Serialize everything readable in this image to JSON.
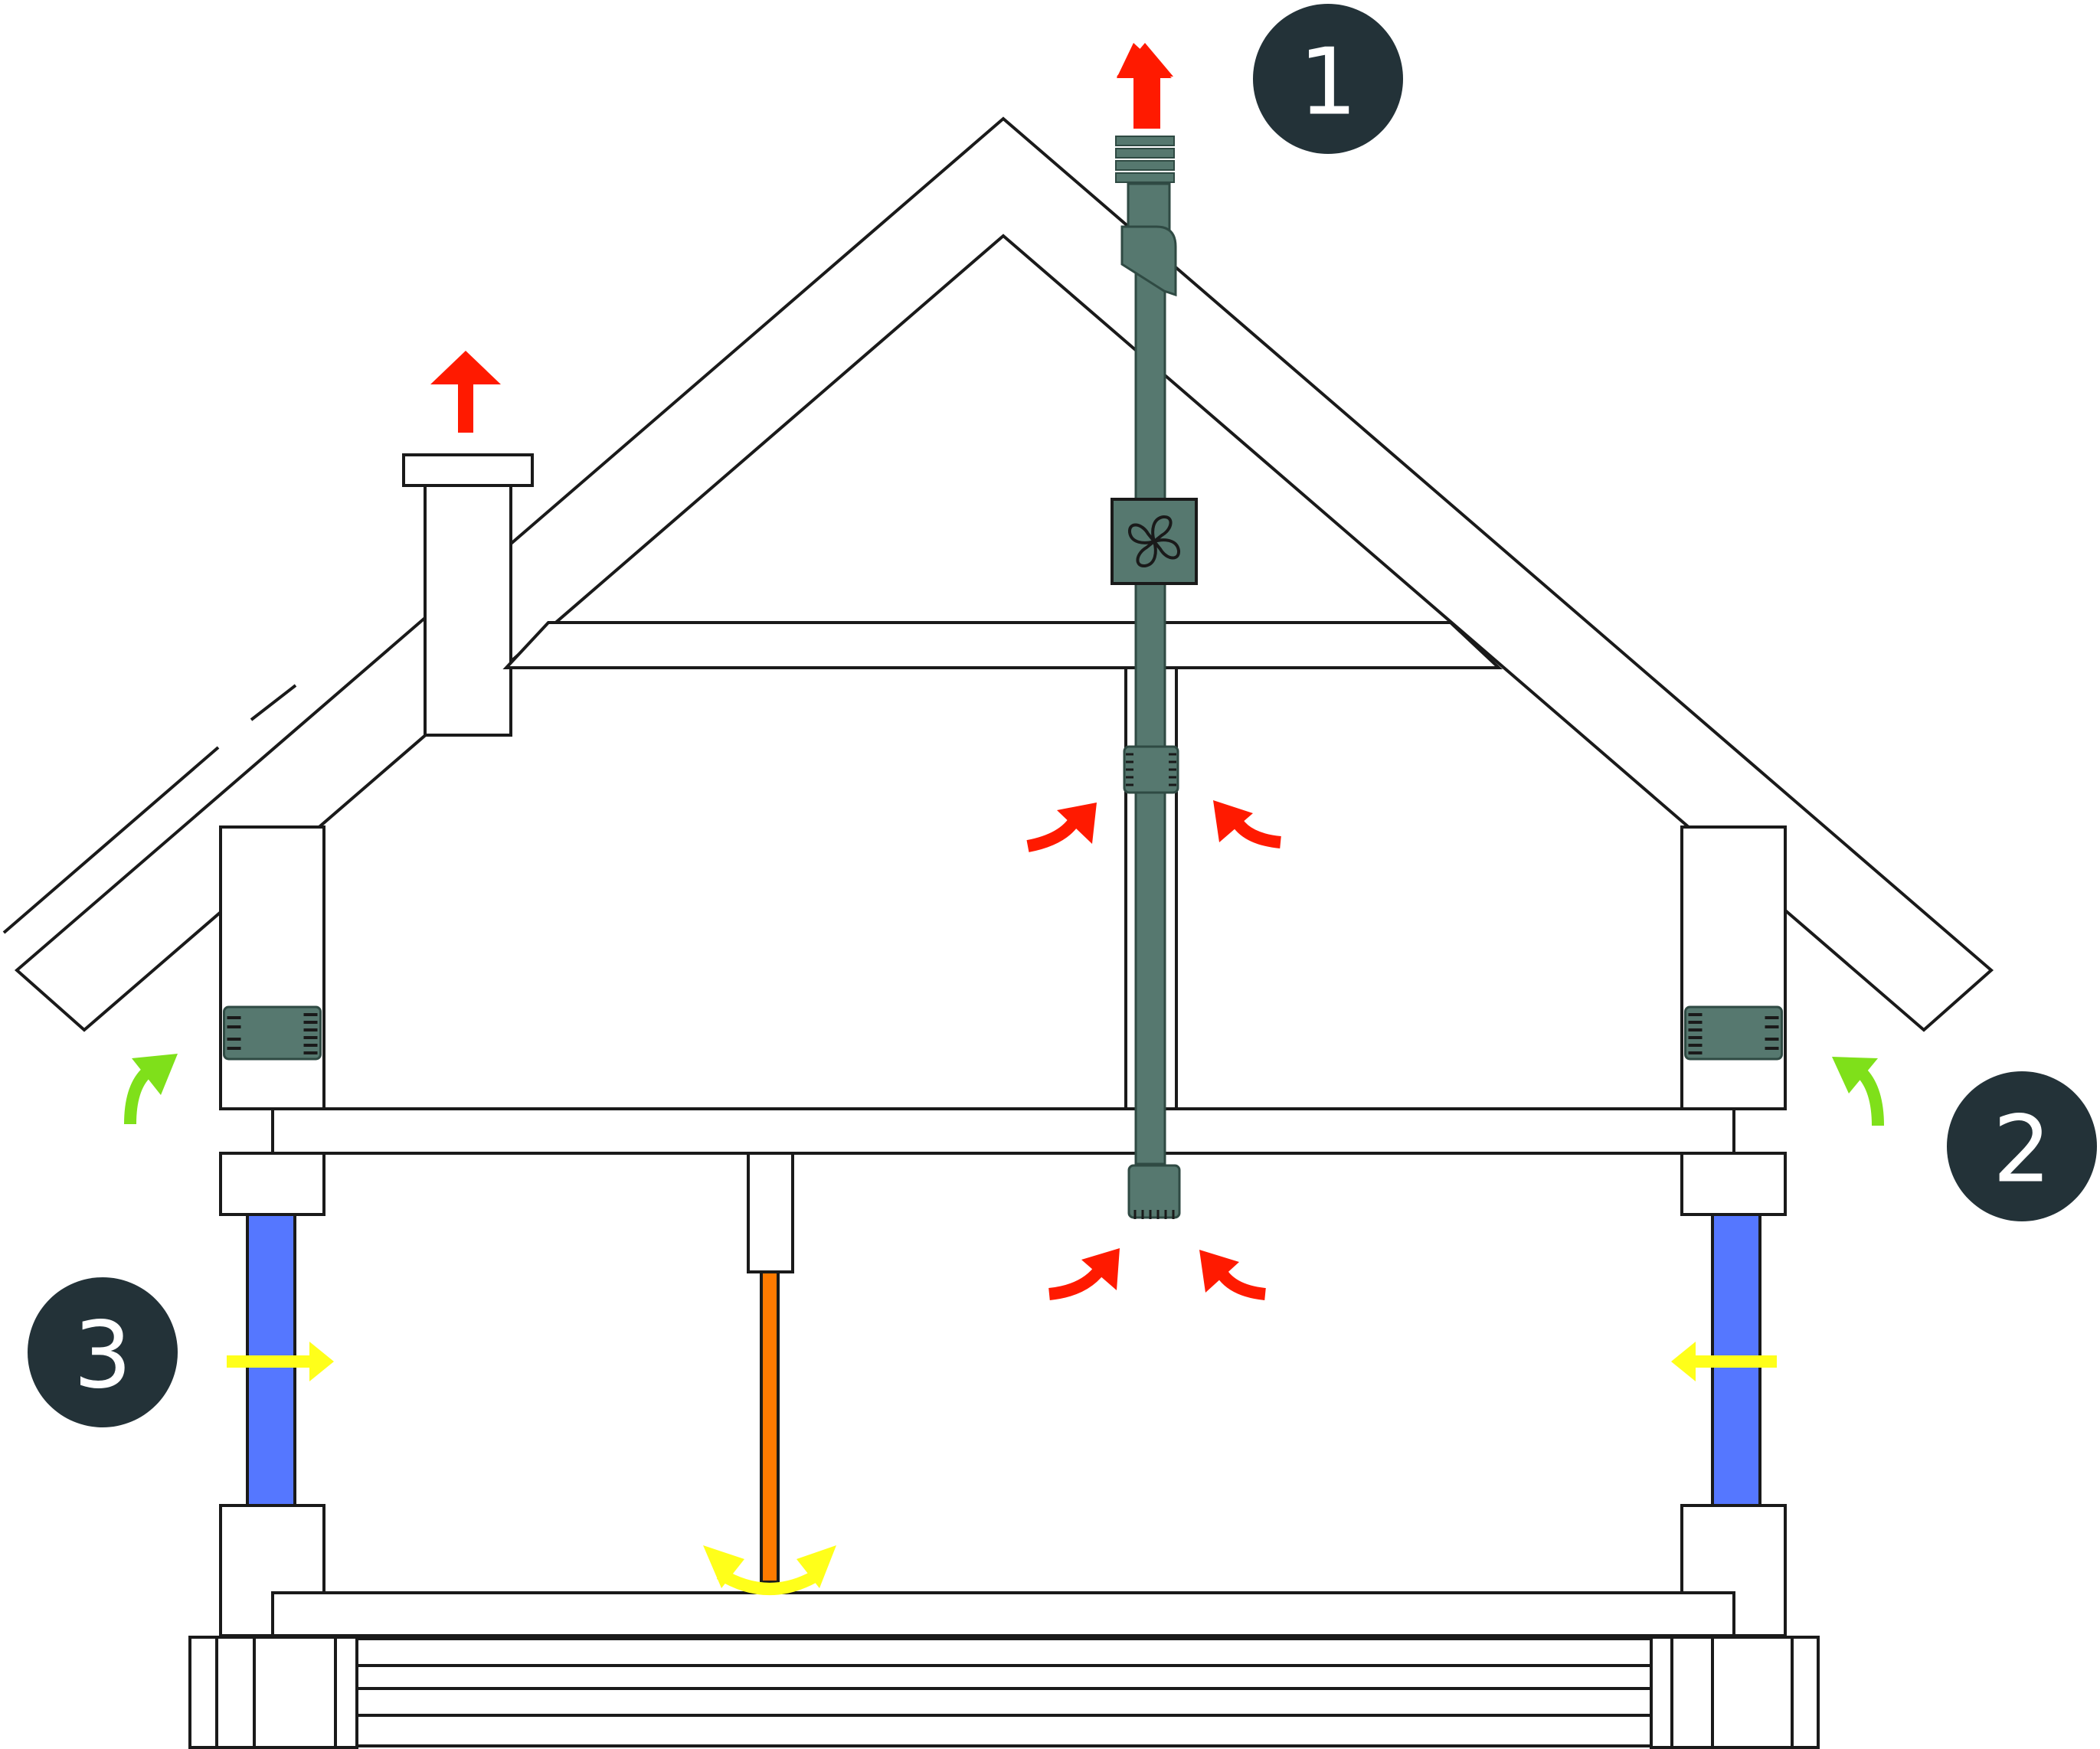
{
  "colors": {
    "outline": "#1a1a1a",
    "duct": "#56786f",
    "duct_dark": "#2f4a43",
    "exhaust_arrow": "#ff1a00",
    "intake_arrow": "#7fe01a",
    "flow_arrow": "#ffff1a",
    "window_glass": "#5577ff",
    "door": "#ff7a00",
    "marker_bg": "#233238"
  },
  "markers": [
    {
      "id": "1",
      "label": "1"
    },
    {
      "id": "2",
      "label": "2"
    },
    {
      "id": "3",
      "label": "3"
    }
  ],
  "icons": {
    "fan": "fan-icon",
    "vent": "vent-icon",
    "roof_cap": "roof-cap-icon"
  }
}
